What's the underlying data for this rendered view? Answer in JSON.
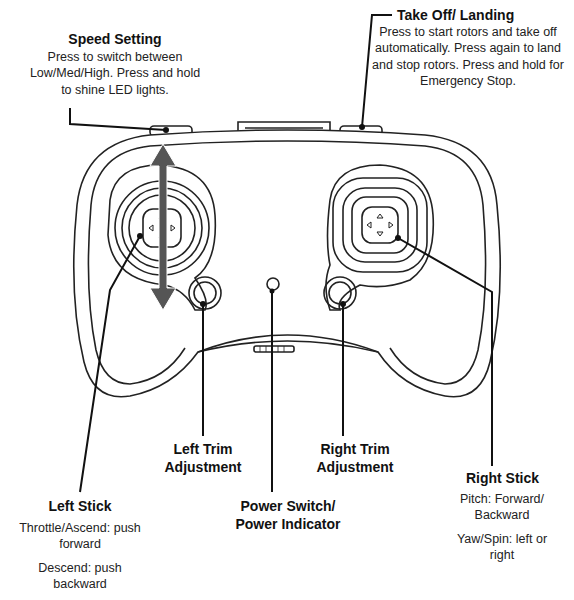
{
  "diagram": {
    "labels": [
      "Speed Setting",
      "Press to switch between Low/Med/High. Press and hold to shine LED lights.",
      "Take Off/ Landing",
      "Press to start rotors and take off automatically. Press again to land and stop rotors. Press and hold for Emergency Stop.",
      "Left Trim Adjustment",
      "Right Trim Adjustment",
      "Power Switch/ Power Indicator",
      "Left Stick",
      "Throttle/Ascend: push forward",
      "Descend: push backward",
      "Right Stick",
      "Pitch: Forward/ Backward",
      "Yaw/Spin: left or right"
    ]
  }
}
